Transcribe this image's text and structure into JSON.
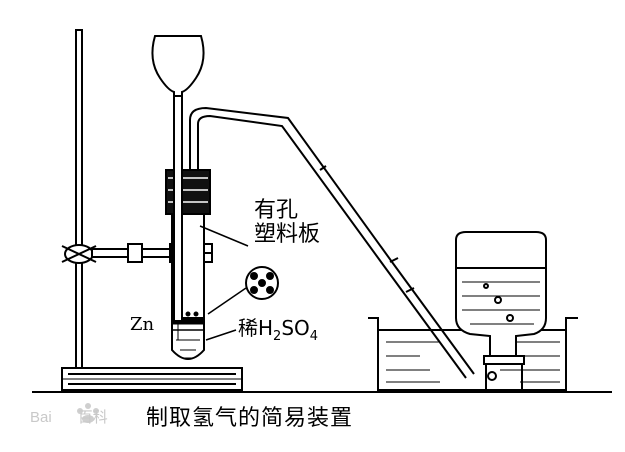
{
  "diagram": {
    "caption": "制取氢气的简易装置",
    "labels": {
      "plate_line1": "有孔",
      "plate_line2": "塑料板",
      "zinc": "Zn",
      "acid_prefix": "稀H",
      "acid_sub1": "2",
      "acid_mid": "SO",
      "acid_sub2": "4"
    },
    "watermark": {
      "text_left": "Bai",
      "text_right": "百科"
    }
  }
}
